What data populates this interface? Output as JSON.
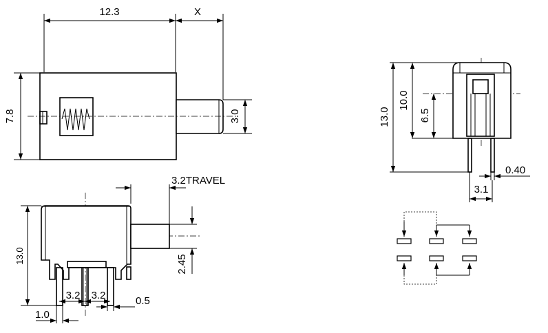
{
  "top_view": {
    "length_label": "12.3",
    "x_label": "X",
    "height_label": "7.8",
    "actuator_label": "3.0"
  },
  "side_view": {
    "travel_label": "3.2TRAVEL",
    "height_label": "13.0",
    "offset_label": "2.45",
    "pitch_left_label": "3.2",
    "pitch_right_label": "3.2",
    "pin_width_label": "0.5",
    "edge_label": "1.0"
  },
  "front_view": {
    "total_height_label": "13.0",
    "body_height_label": "10.0",
    "center_label": "6.5",
    "pin_label": "0.40",
    "width_label": "3.1"
  }
}
